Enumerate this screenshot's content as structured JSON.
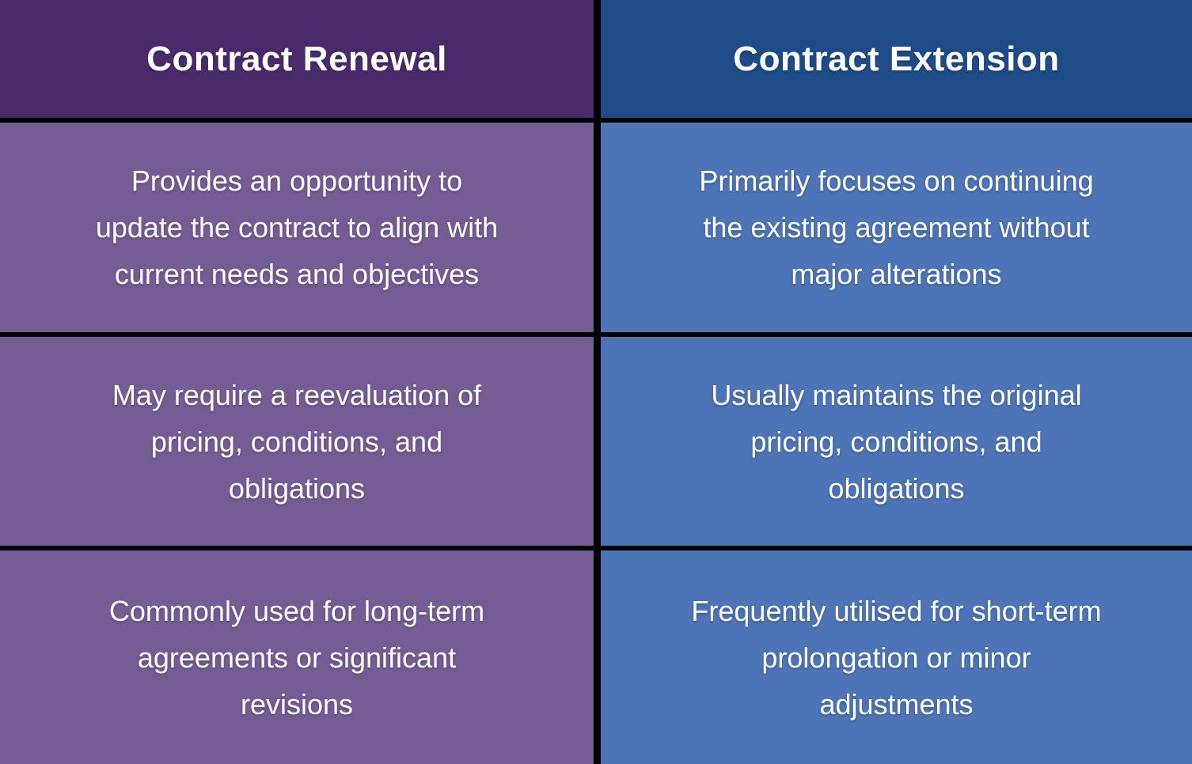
{
  "page": {
    "background": "#000000",
    "text_color": "#ffffff",
    "grid_line_color": "#000000"
  },
  "table": {
    "columns": [
      {
        "id": "contract-renewal",
        "header": "Contract Renewal",
        "colors": {
          "header_bg": "#4b2a6b",
          "body_bg": "#755c95"
        },
        "cells": [
          {
            "lines": [
              "Provides an opportunity to",
              "update the contract to align with",
              "current needs and objectives"
            ]
          },
          {
            "lines": [
              "May require a reevaluation of",
              "pricing, conditions, and",
              "obligations"
            ]
          },
          {
            "lines": [
              "Commonly used for long-term",
              "agreements or significant",
              "revisions"
            ]
          }
        ]
      },
      {
        "id": "contract-extension",
        "header": "Contract Extension",
        "colors": {
          "header_bg": "#1f4b88",
          "body_bg": "#4d74b7"
        },
        "cells": [
          {
            "lines": [
              "Primarily focuses on continuing",
              "the existing agreement without",
              "major alterations"
            ]
          },
          {
            "lines": [
              "Usually maintains the original",
              "pricing, conditions, and",
              "obligations"
            ]
          },
          {
            "lines": [
              "Frequently utilised for short-term",
              "prolongation or minor",
              "adjustments"
            ]
          }
        ]
      }
    ]
  }
}
